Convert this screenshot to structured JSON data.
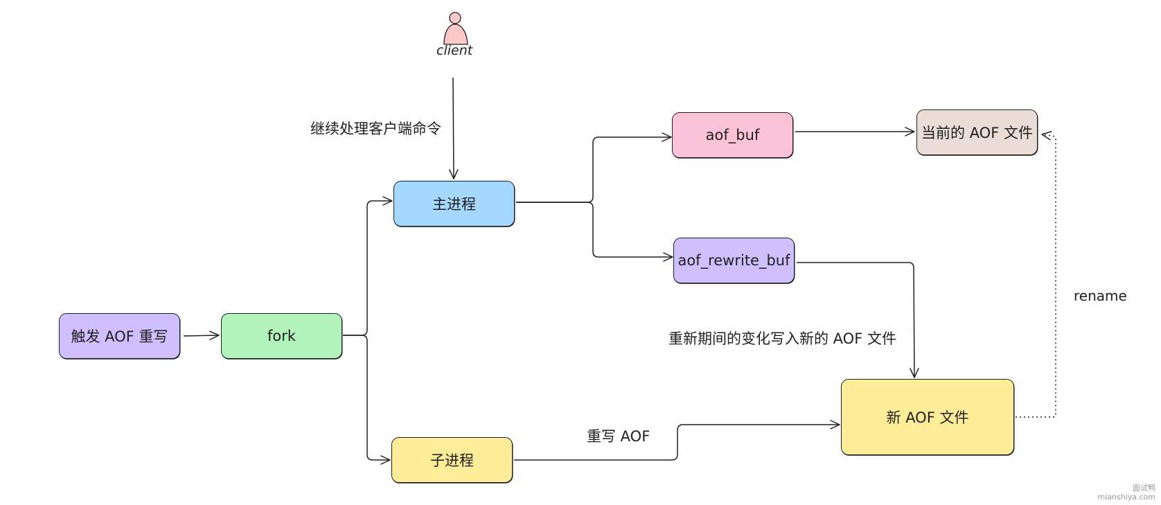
{
  "nodes": {
    "trigger": {
      "label": "触发 AOF 重写",
      "color": "#d0bfff"
    },
    "fork": {
      "label": "fork",
      "color": "#b2f2bb"
    },
    "main_process": {
      "label": "主进程",
      "color": "#a5d8ff"
    },
    "child_process": {
      "label": "子进程",
      "color": "#ffec99"
    },
    "aof_buf": {
      "label": "aof_buf",
      "color": "#fcc2d7"
    },
    "aof_rewrite_buf": {
      "label": "aof_rewrite_buf",
      "color": "#d0bfff"
    },
    "current_aof": {
      "label": "当前的 AOF 文件",
      "color": "#eaddd7"
    },
    "new_aof": {
      "label": "新 AOF 文件",
      "color": "#ffec99"
    }
  },
  "client": {
    "label": "client",
    "color": "#ffc9c9",
    "icon": "person-icon"
  },
  "edge_labels": {
    "client_to_main": "继续处理客户端命令",
    "rewrite_buf_to_new": "重新期间的变化写入新的 AOF 文件",
    "child_to_new": "重写 AOF",
    "rename": "rename"
  },
  "watermark": {
    "line1": "面试鸭",
    "line2": "mianshiya.com"
  }
}
